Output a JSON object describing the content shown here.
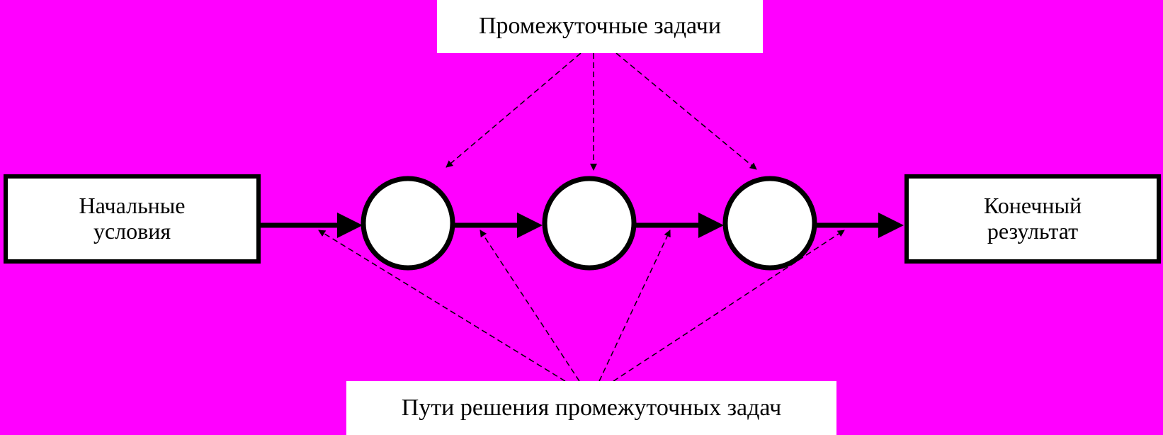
{
  "diagram": {
    "start_node": {
      "label": "Начальные\nусловия"
    },
    "end_node": {
      "label": "Конечный\nрезультат"
    },
    "top_caption": "Промежуточные задачи",
    "bottom_caption": "Пути решения промежуточных задач",
    "intermediate_nodes": [
      {
        "id": "task-1",
        "label": ""
      },
      {
        "id": "task-2",
        "label": ""
      },
      {
        "id": "task-3",
        "label": ""
      }
    ],
    "colors": {
      "background": "#ff00ff",
      "box_fill": "#ffffff",
      "stroke": "#000000"
    }
  }
}
